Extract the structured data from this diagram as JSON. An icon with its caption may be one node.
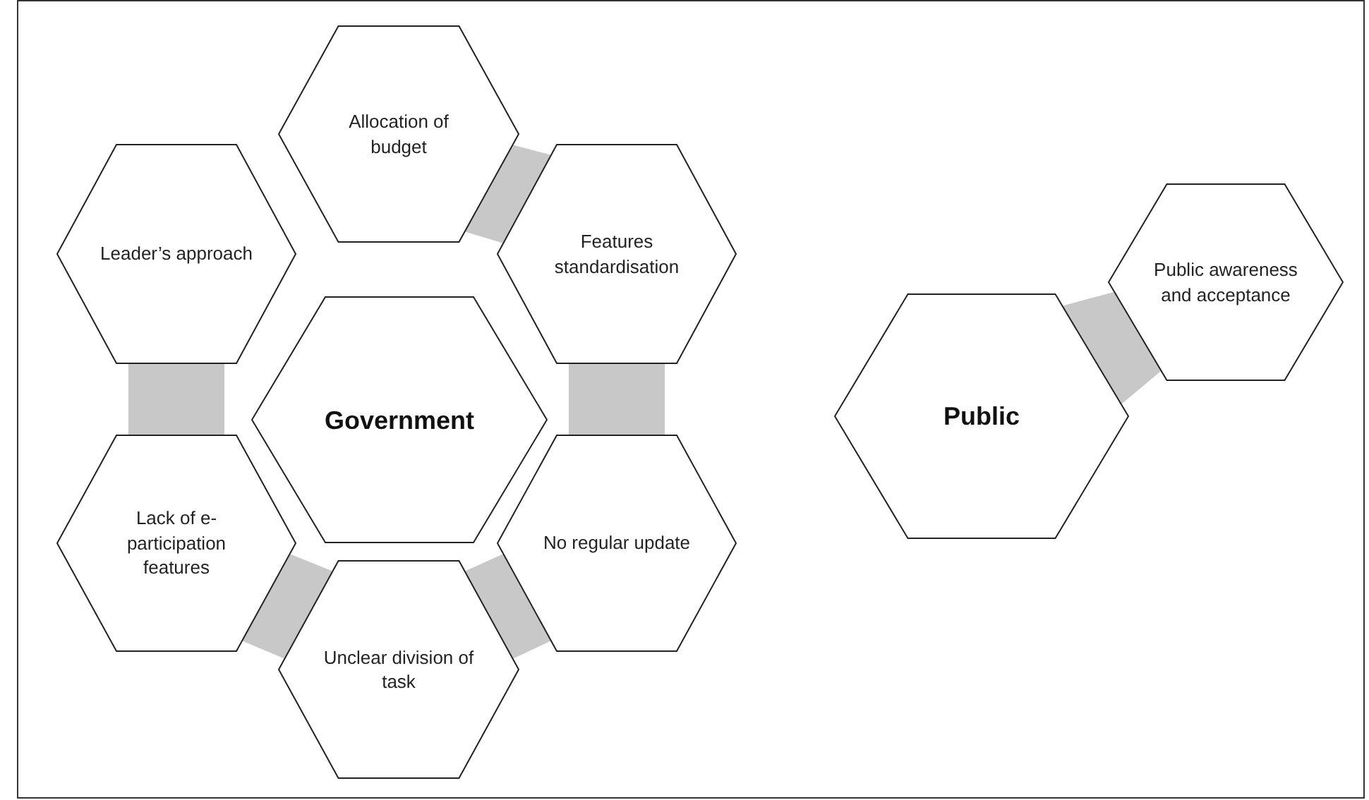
{
  "diagram": {
    "nodes": [
      {
        "text": [
          "Allocation of budget"
        ]
      },
      {
        "text": [
          "Leader’s approach"
        ]
      },
      {
        "text": [
          "Features standardisation"
        ]
      },
      {
        "text": [
          "Government"
        ]
      },
      {
        "text": [
          "Public awareness and acceptance"
        ]
      },
      {
        "text": [
          "Lack of e-participation features"
        ]
      },
      {
        "text": [
          "No regular update"
        ]
      },
      {
        "text": [
          "Public"
        ]
      },
      {
        "text": [
          "Unclear division of task"
        ]
      }
    ],
    "edges": [
      {
        "from": 0,
        "to": 2,
        "arrow": "none",
        "style": "thick",
        "color": "#c8c8c8"
      },
      {
        "from": 2,
        "to": 6,
        "arrow": "none",
        "style": "thick",
        "color": "#c8c8c8"
      },
      {
        "from": 1,
        "to": 5,
        "arrow": "none",
        "style": "thick",
        "color": "#c8c8c8"
      },
      {
        "from": 5,
        "to": 8,
        "arrow": "none",
        "style": "thick",
        "color": "#c8c8c8"
      },
      {
        "from": 8,
        "to": 6,
        "arrow": "none",
        "style": "thick",
        "color": "#c8c8c8"
      },
      {
        "from": 7,
        "to": 4,
        "arrow": "none",
        "style": "thick",
        "color": "#c8c8c8"
      }
    ]
  }
}
